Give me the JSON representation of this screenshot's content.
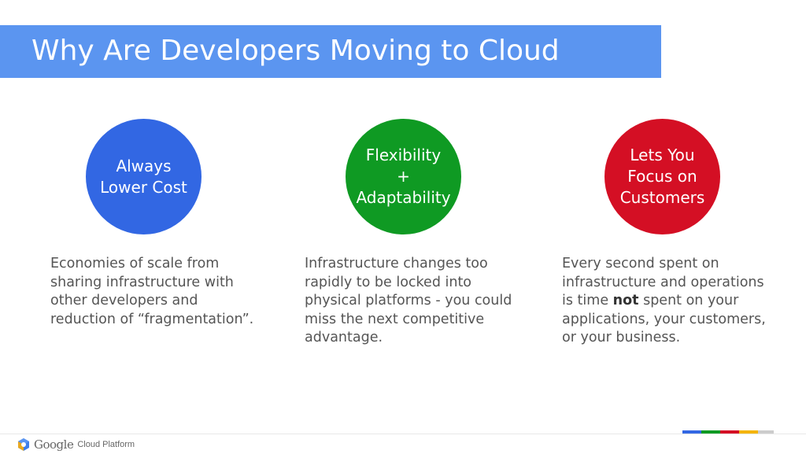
{
  "slide": {
    "title": "Why Are Developers Moving to Cloud",
    "title_bar_color": "#5b95f0"
  },
  "pillars": [
    {
      "circle_label": "Always\nLower Cost",
      "color": "#3267e3",
      "description_parts": [
        "Economies of scale from sharing infrastructure with other developers and reduction of “fragmentation”."
      ]
    },
    {
      "circle_label": "Flexibility\n+\nAdaptability",
      "color": "#0f9a23",
      "description_parts": [
        "Infrastructure changes too rapidly to be locked into physical platforms - you could miss the next competitive advantage."
      ]
    },
    {
      "circle_label": "Lets You\nFocus on\nCustomers",
      "color": "#d40f24",
      "description_before": "Every second spent on infrastructure and operations is time ",
      "description_bold": "not",
      "description_after": " spent on your applications, your customers, or your business."
    }
  ],
  "footer": {
    "logo_word": "Google",
    "logo_sub": "Cloud Platform",
    "strip_colors": [
      "#3267e3",
      "#0f9a23",
      "#d40f24",
      "#f4b400",
      "#cccccc"
    ]
  }
}
